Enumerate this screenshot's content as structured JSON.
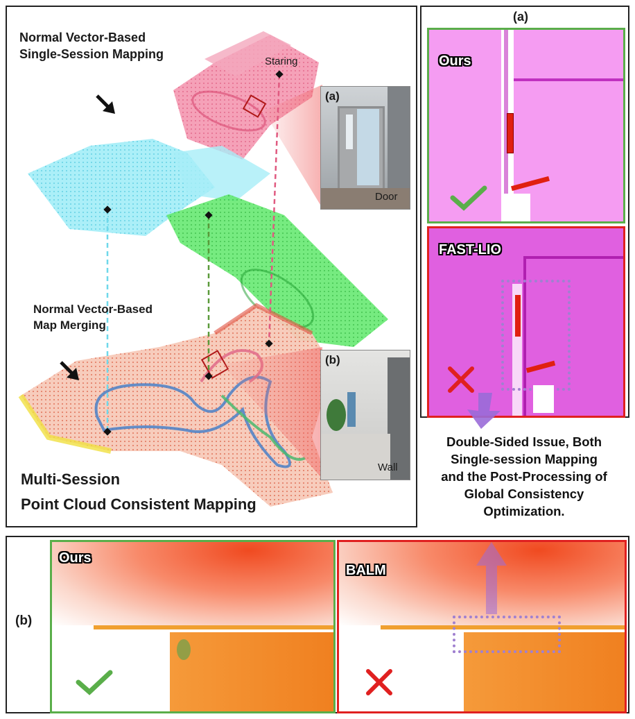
{
  "main_panel": {
    "title_single_session_line1": "Normal Vector-Based",
    "title_single_session_line2": "Single-Session Mapping",
    "label_staring": "Staring",
    "title_merging_line1": "Normal Vector-Based",
    "title_merging_line2": "Map Merging",
    "caption_line1": "Multi-Session",
    "caption_line2": "Point Cloud Consistent Mapping",
    "inset_a_tag": "(a)",
    "inset_a_label": "Door",
    "inset_b_tag": "(b)",
    "inset_b_label": "Wall"
  },
  "panel_a": {
    "tag": "(a)",
    "ours_label": "Ours",
    "fastlio_label": "FAST-LIO"
  },
  "note": {
    "line1": "Double-Sided Issue, Both",
    "line2": "Single-session Mapping",
    "line3": "and the Post-Processing of",
    "line4": "Global Consistency",
    "line5": "Optimization."
  },
  "panel_b": {
    "tag": "(b)",
    "ours_label": "Ours",
    "balm_label": "BALM"
  },
  "colors": {
    "pink_map": "#f07a9a",
    "cyan_map": "#7fe6f5",
    "green_map": "#44e04a",
    "magenta_view": "#f07ef0",
    "orange_view": "#f48a2a",
    "good": "#5aae4a",
    "bad": "#e02020",
    "purple_arrow": "#9a6bd8"
  }
}
